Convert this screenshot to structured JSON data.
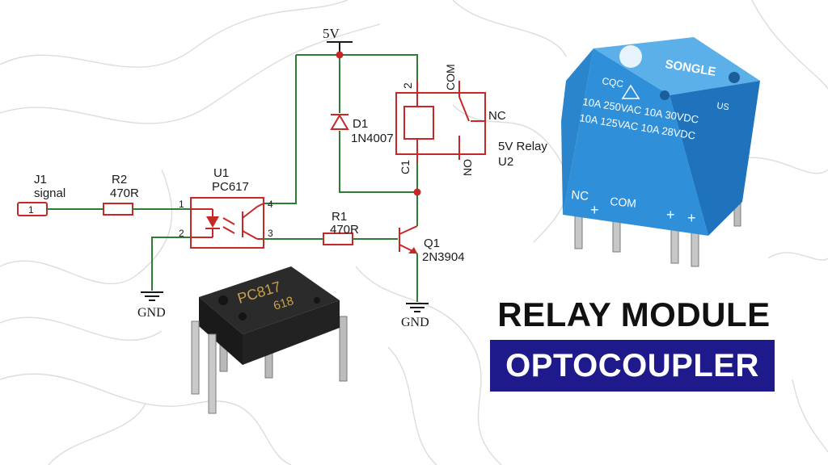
{
  "schematic": {
    "supply": "5V",
    "gnd_left": "GND",
    "gnd_right": "GND",
    "j1_ref": "J1",
    "j1_name": "signal",
    "j1_pin": "1",
    "r2_ref": "R2",
    "r2_value": "470R",
    "u1_ref": "U1",
    "u1_part": "PC617",
    "u1_pin1": "1",
    "u1_pin2": "2",
    "u1_pin3": "3",
    "u1_pin4": "4",
    "r1_ref": "R1",
    "r1_value": "470R",
    "q1_ref": "Q1",
    "q1_part": "2N3904",
    "d1_ref": "D1",
    "d1_part": "1N4007",
    "u2_ref": "U2",
    "u2_name": "5V Relay",
    "relay_pin_top": "2",
    "relay_pin_com": "COM",
    "relay_pin_nc": "NC",
    "relay_pin_no": "NO",
    "relay_pin_coil": "C1"
  },
  "optocoupler_chip": {
    "marking_line1": "PC817",
    "marking_line2": "618"
  },
  "relay_photo": {
    "brand": "SONGLE",
    "cert": "CQC",
    "ul_mark": "US",
    "rating_line1": "10A 250VAC  10A 30VDC",
    "rating_line2": "10A 125VAC  10A 28VDC",
    "pin_nc": "NC",
    "pin_com": "COM",
    "plus": "+"
  },
  "headline": {
    "line1": "RELAY MODULE",
    "line2": "OPTOCOUPLER"
  },
  "colors": {
    "wire": "#2e7d32",
    "component": "#c62828",
    "relay_blue": "#2f8fd8",
    "badge_bg": "#1f1a8c"
  }
}
